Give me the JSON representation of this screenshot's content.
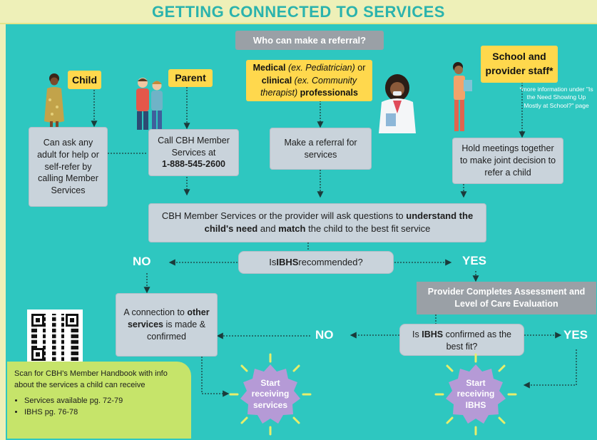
{
  "title": "GETTING CONNECTED TO SERVICES",
  "who_header": "Who can make a referral?",
  "referrers": {
    "child": {
      "label": "Child",
      "action": "Can ask any adult for help or self-refer by calling Member Services"
    },
    "parent": {
      "label": "Parent",
      "action_prefix": "Call CBH Member Services at",
      "phone": "1-888-545-2600"
    },
    "medical": {
      "label_parts": [
        "Medical",
        " (ex. Pediatrician)",
        " or ",
        "clinical",
        " (ex. Community therapist)",
        " professionals"
      ],
      "action": "Make a referral for services"
    },
    "school": {
      "label": "School and provider staff*",
      "note": "*more information under \"Is the Need Showing Up Mostly at School?\" page",
      "action": "Hold meetings together to make joint decision to refer a child"
    }
  },
  "member_services": {
    "parts": [
      "CBH Member Services or the provider will ask questions to ",
      "understand the child's need",
      " and ",
      "match",
      " the child to the best fit service"
    ]
  },
  "decision1": {
    "prefix": "Is ",
    "bold": "IBHS",
    "suffix": " recommended?",
    "no": "NO",
    "yes": "YES"
  },
  "assessment": {
    "text": "Provider Completes Assessment and Level of Care Evaluation"
  },
  "decision2": {
    "prefix": "Is ",
    "bold": "IBHS",
    "suffix": " confirmed as the best fit?",
    "no": "NO",
    "yes": "YES"
  },
  "other_services": {
    "parts": [
      "A connection to ",
      "other services",
      " is made & confirmed"
    ]
  },
  "outcomes": {
    "services": "Start receiving services",
    "ibhs": "Start receiving IBHS"
  },
  "handbook": {
    "text": "Scan for CBH's Member Handbook with info about the services a child can receive",
    "items": [
      "Services available pg. 72-79",
      "IBHS pg. 76-78"
    ]
  },
  "colors": {
    "background": "#2ec7c0",
    "title_band": "#eef0b8",
    "title_text": "#2bb3ad",
    "label_yellow": "#ffd84d",
    "box_gray": "#c9d3db",
    "dark_gray": "#9aa0a6",
    "star_purple": "#b59ad6",
    "handbook_green": "#c6e46a"
  }
}
